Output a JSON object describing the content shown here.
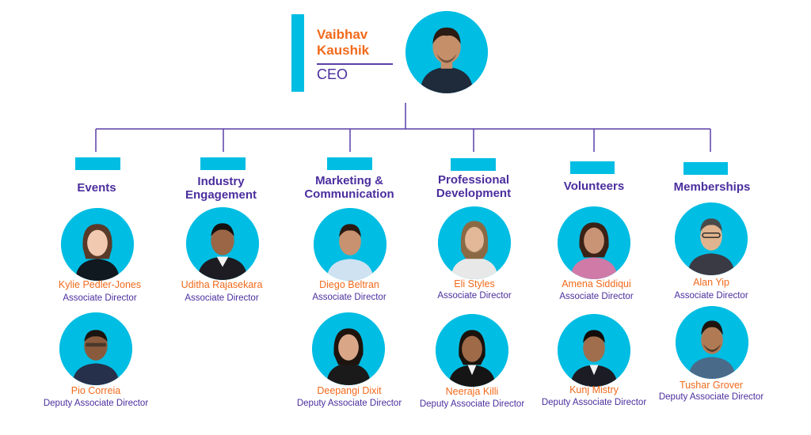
{
  "ceo": {
    "name": "Vaibhav Kaushik",
    "title": "CEO"
  },
  "departments": [
    {
      "title": "Events",
      "people": [
        {
          "name": "Kylie Pedler-Jones",
          "role": "Associate Director"
        },
        {
          "name": "Pio Correia",
          "role": "Deputy Associate Director"
        }
      ]
    },
    {
      "title": "Industry Engagement",
      "people": [
        {
          "name": "Uditha  Rajasekara",
          "role": "Associate Director"
        }
      ]
    },
    {
      "title": "Marketing & Communication",
      "people": [
        {
          "name": "Diego Beltran",
          "role": "Associate Director"
        },
        {
          "name": "Deepangi Dixit",
          "role": "Deputy Associate Director"
        }
      ]
    },
    {
      "title": "Professional Development",
      "people": [
        {
          "name": "Eli Styles",
          "role": "Associate Director"
        },
        {
          "name": "Neeraja Killi",
          "role": "Deputy Associate Director"
        }
      ]
    },
    {
      "title": "Volunteers",
      "people": [
        {
          "name": "Amena Siddiqui",
          "role": "Associate Director"
        },
        {
          "name": "Kunj Mistry",
          "role": "Deputy Associate Director"
        }
      ]
    },
    {
      "title": "Memberships",
      "people": [
        {
          "name": "Alan Yip",
          "role": "Associate Director"
        },
        {
          "name": "Tushar Grover",
          "role": "Deputy Associate Director"
        }
      ]
    }
  ],
  "colors": {
    "accent": "#00BDE3",
    "name": "#F26A1B",
    "role": "#4B2E9E",
    "line": "#5B3FA8"
  }
}
